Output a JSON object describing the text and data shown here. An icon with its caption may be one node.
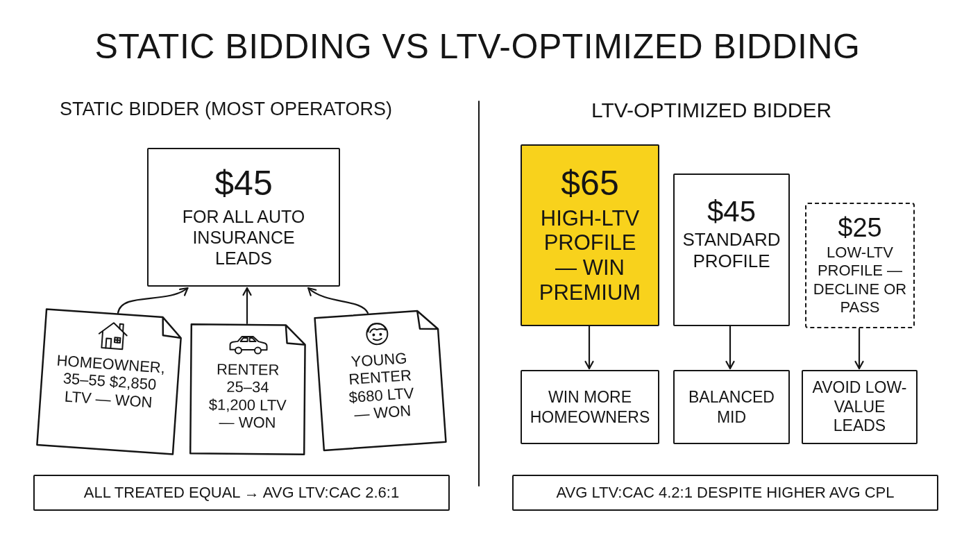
{
  "diagram": {
    "title": "STATIC BIDDING VS LTV-OPTIMIZED BIDDING",
    "nodes": [
      {
        "text": [
          "$45",
          "FOR ALL AUTO INSURANCE LEADS"
        ]
      },
      {
        "text": [
          "HOMEOWNER, 35–55 $2,850 LTV — WON"
        ]
      },
      {
        "text": [
          "RENTER 25–34 $1,200 LTV — WON"
        ]
      },
      {
        "text": [
          "YOUNG RENTER $680 LTV — WON"
        ]
      },
      {
        "text": [
          "$65",
          "HIGH-LTV PROFILE — WIN PREMIUM"
        ]
      },
      {
        "text": [
          "$45",
          "STANDARD PROFILE"
        ]
      },
      {
        "text": [
          "$25",
          "LOW-LTV PROFILE — DECLINE OR PASS"
        ]
      },
      {
        "text": [
          "WIN MORE HOMEOWNERS"
        ]
      },
      {
        "text": [
          "BALANCED MID"
        ]
      },
      {
        "text": [
          "AVOID LOW-VALUE LEADS"
        ]
      },
      {
        "text": [
          "ALL TREATED EQUAL → AVG LTV:CAC 2.6:1"
        ]
      },
      {
        "text": [
          "AVG LTV:CAC 4.2:1 DESPITE HIGHER AVG CPL"
        ]
      }
    ],
    "edges": [
      {
        "from": 1,
        "to": 0,
        "arrow": "to"
      },
      {
        "from": 2,
        "to": 0,
        "arrow": "to"
      },
      {
        "from": 3,
        "to": 0,
        "arrow": "to"
      },
      {
        "from": 4,
        "to": 7,
        "arrow": "to"
      },
      {
        "from": 5,
        "to": 8,
        "arrow": "to"
      },
      {
        "from": 6,
        "to": 9,
        "arrow": "to"
      }
    ],
    "labels": [
      "STATIC BIDDER (MOST OPERATORS)",
      "LTV-OPTIMIZED BIDDER"
    ]
  }
}
